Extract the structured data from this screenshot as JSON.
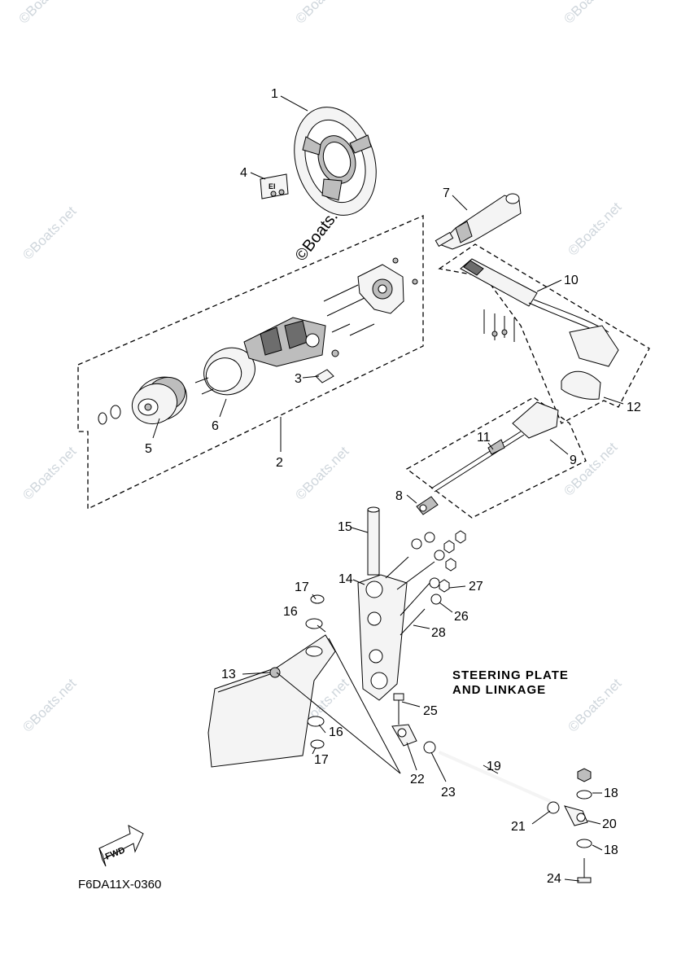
{
  "title_line1": "STEERING PLATE",
  "title_line2": "AND LINKAGE",
  "diagram_code": "F6DA11X-0360",
  "fwd_label": "FWD",
  "watermark": "©Boats.net",
  "callouts": {
    "c1": "1",
    "c2": "2",
    "c3": "3",
    "c4": "4",
    "c5": "5",
    "c6": "6",
    "c7": "7",
    "c8": "8",
    "c9": "9",
    "c10": "10",
    "c11": "11",
    "c12": "12",
    "c13": "13",
    "c14": "14",
    "c15": "15",
    "c16a": "16",
    "c16b": "16",
    "c17a": "17",
    "c17b": "17",
    "c18a": "18",
    "c18b": "18",
    "c19": "19",
    "c20": "20",
    "c21": "21",
    "c22": "22",
    "c23": "23",
    "c24": "24",
    "c25": "25",
    "c26": "26",
    "c27": "27",
    "c28": "28"
  }
}
